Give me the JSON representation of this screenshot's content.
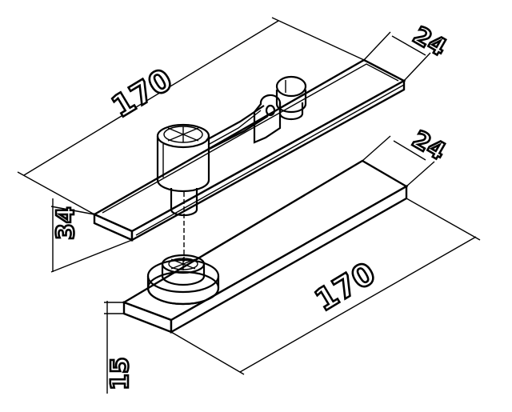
{
  "dimensions": {
    "top_length": "170",
    "top_width": "24",
    "top_height": "34",
    "bottom_width": "24",
    "bottom_length": "170",
    "bottom_height": "15"
  }
}
